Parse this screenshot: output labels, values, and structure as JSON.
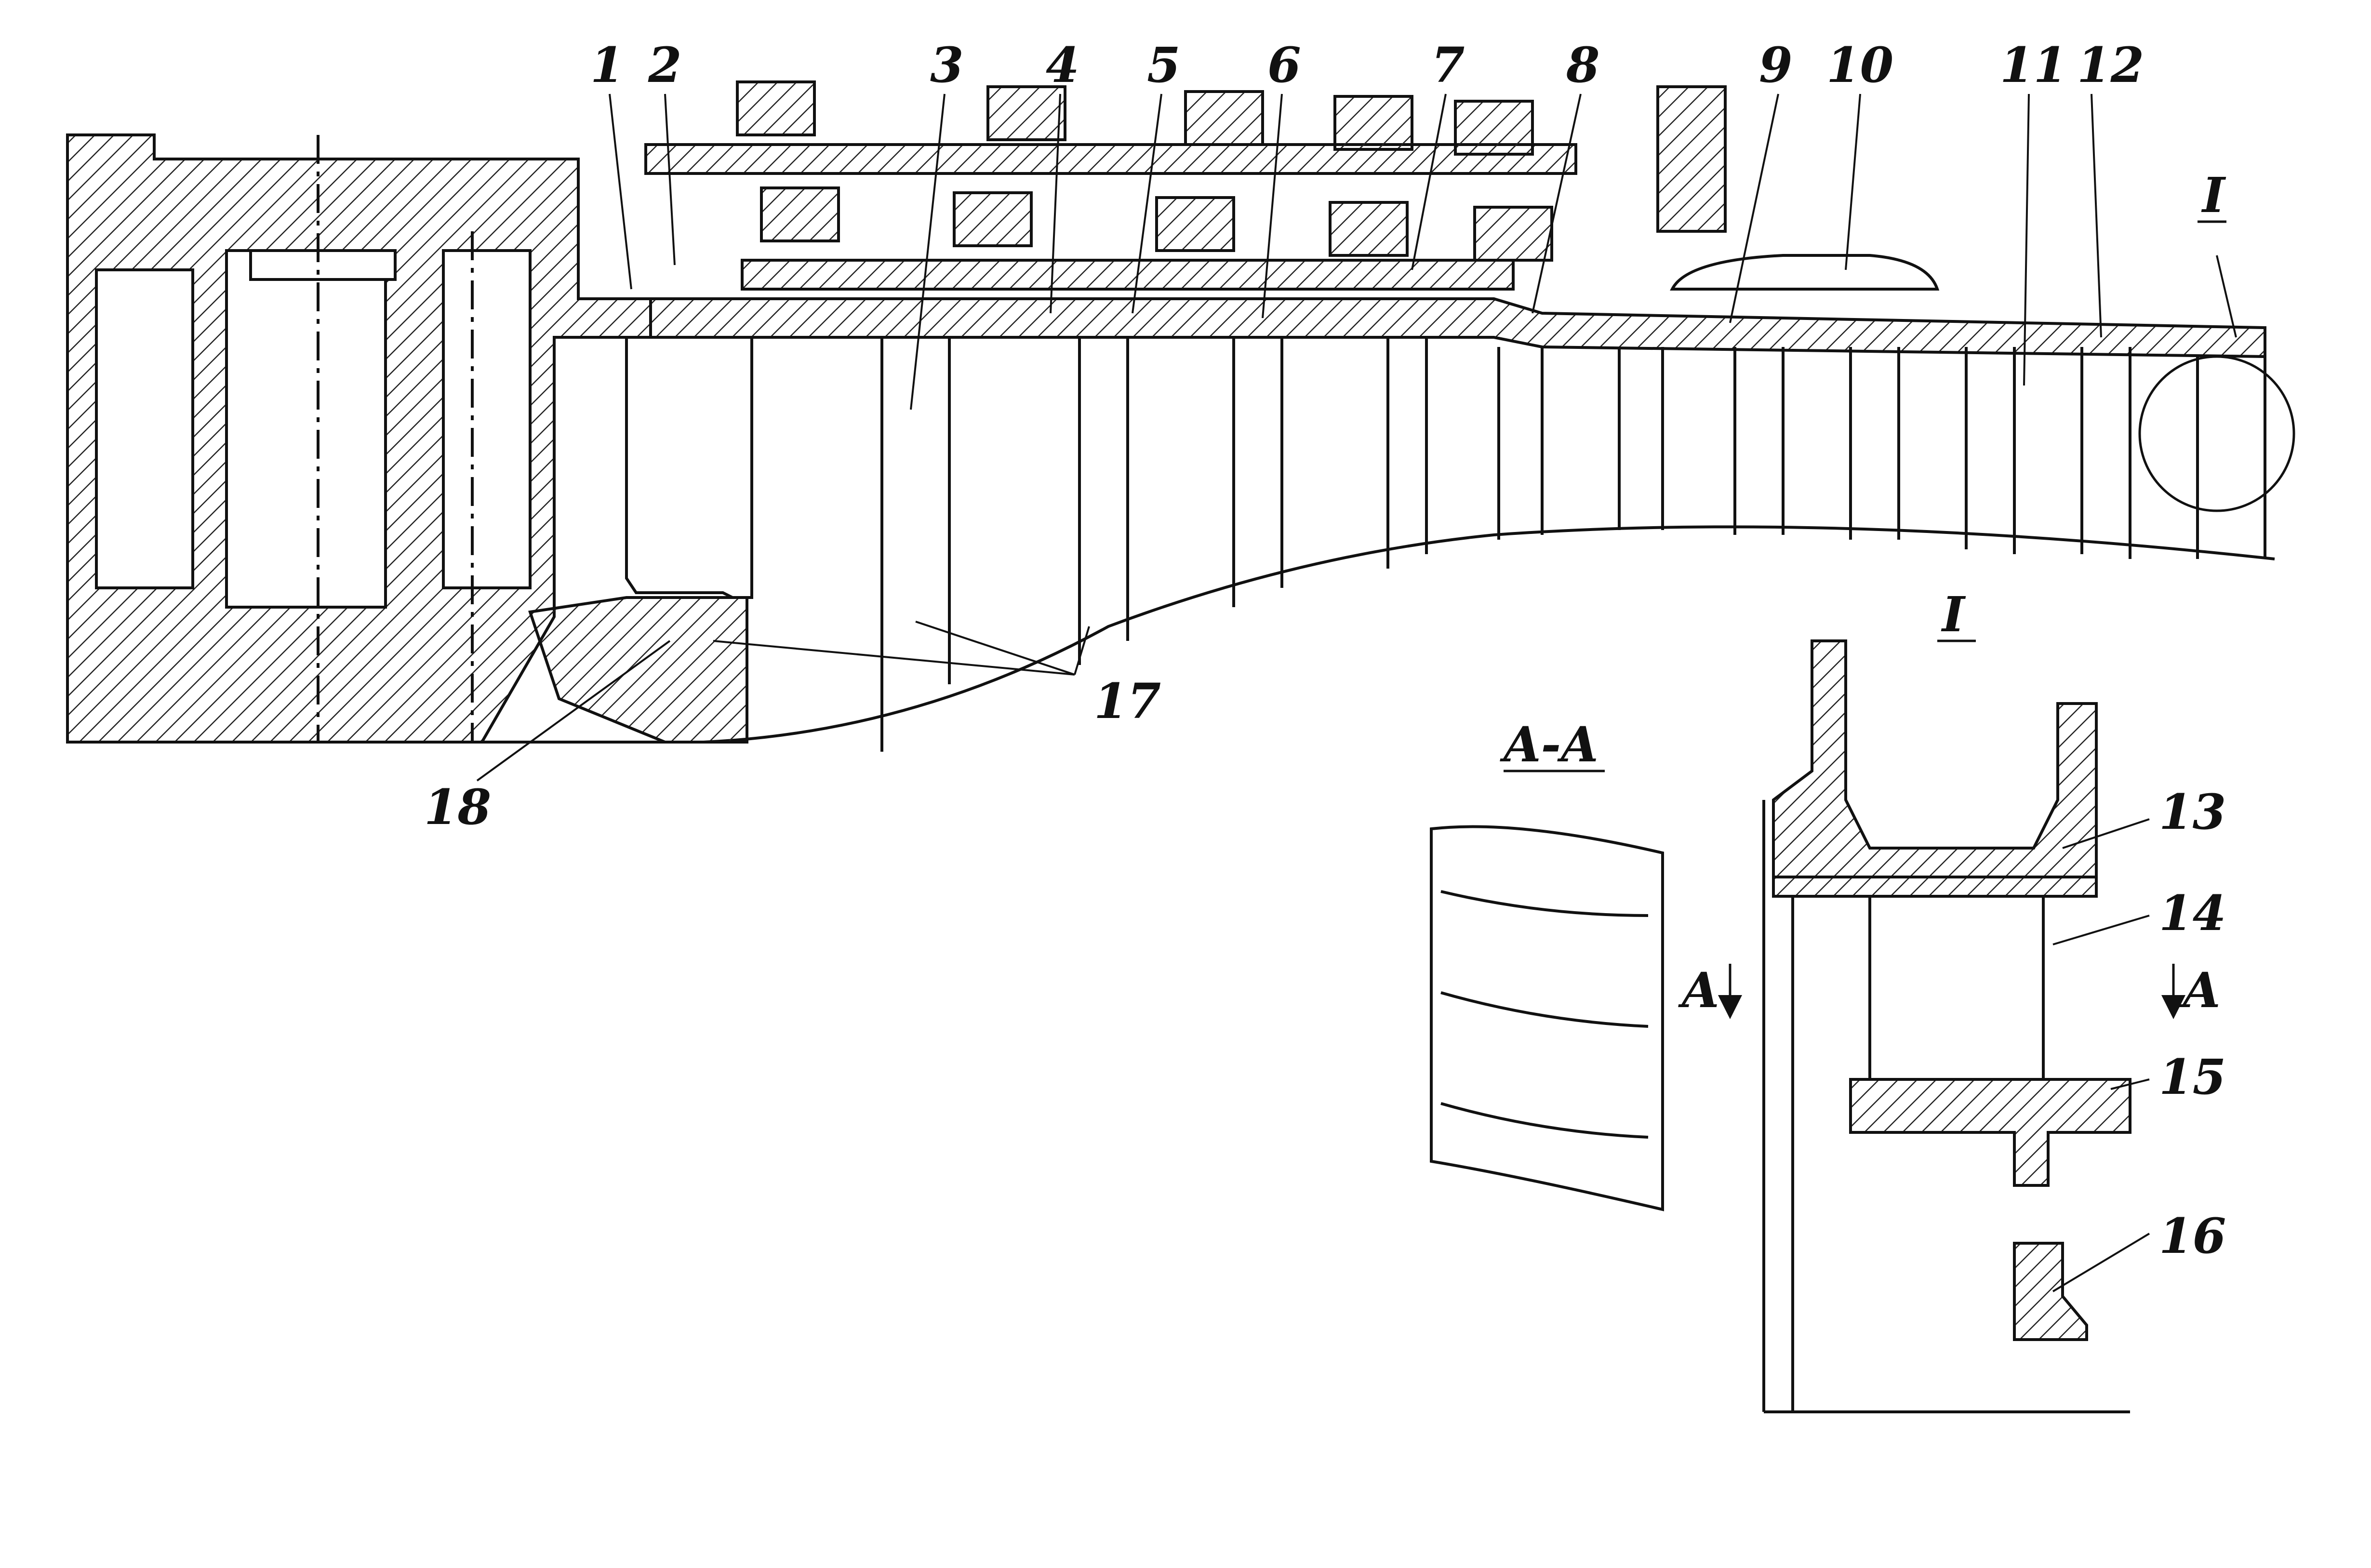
{
  "part_labels": [
    "1",
    "2",
    "3",
    "4",
    "5",
    "6",
    "7",
    "8",
    "9",
    "10",
    "11",
    "12",
    "13",
    "14",
    "15",
    "16",
    "17",
    "18"
  ],
  "section_labels": {
    "section_aa": "A-A",
    "detail_marker": "I",
    "detail_title": "I",
    "arrow_left": "A",
    "arrow_right": "A"
  }
}
